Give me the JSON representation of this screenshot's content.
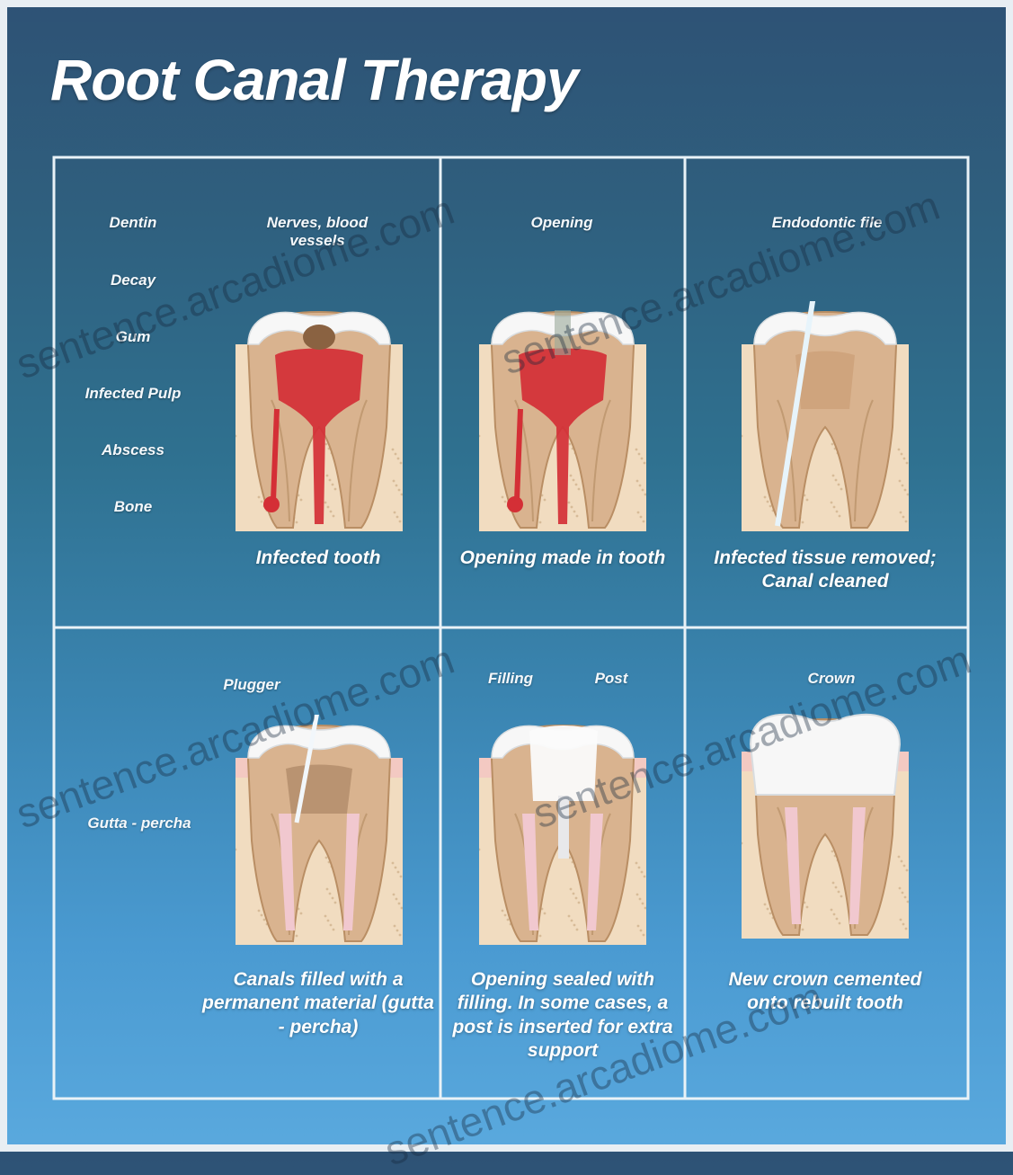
{
  "title": "Root Canal Therapy",
  "side_labels": {
    "dentin": "Dentin",
    "decay": "Decay",
    "gum": "Gum",
    "infected_pulp": "Infected Pulp",
    "abscess": "Abscess",
    "bone": "Bone",
    "gutta_percha": "Gutta - percha"
  },
  "steps": [
    {
      "top_labels": [
        "Nerves, blood vessels"
      ],
      "caption": "Infected tooth"
    },
    {
      "top_labels": [
        "Opening"
      ],
      "caption": "Opening made in tooth"
    },
    {
      "top_labels": [
        "Endodontic file"
      ],
      "caption": "Infected tissue removed; Canal cleaned"
    },
    {
      "top_labels": [
        "Plugger"
      ],
      "caption": "Canals filled with a permanent material (gutta - percha)"
    },
    {
      "top_labels": [
        "Filling",
        "Post"
      ],
      "caption": "Opening sealed with filling. In some cases, a post is inserted for extra support"
    },
    {
      "top_labels": [
        "Crown"
      ],
      "caption": "New crown cemented onto rebuilt tooth"
    }
  ],
  "watermark": "sentence.arcadiome.com",
  "colors": {
    "bone": "#f1dcc0",
    "dentin": "#d9b38f",
    "enamel": "#f7f7f7",
    "pulp_infected": "#d42f36",
    "gum": "#f3c9c2",
    "gutta_percha": "#f1c8cf",
    "grid_line": "#e9f2f7"
  }
}
